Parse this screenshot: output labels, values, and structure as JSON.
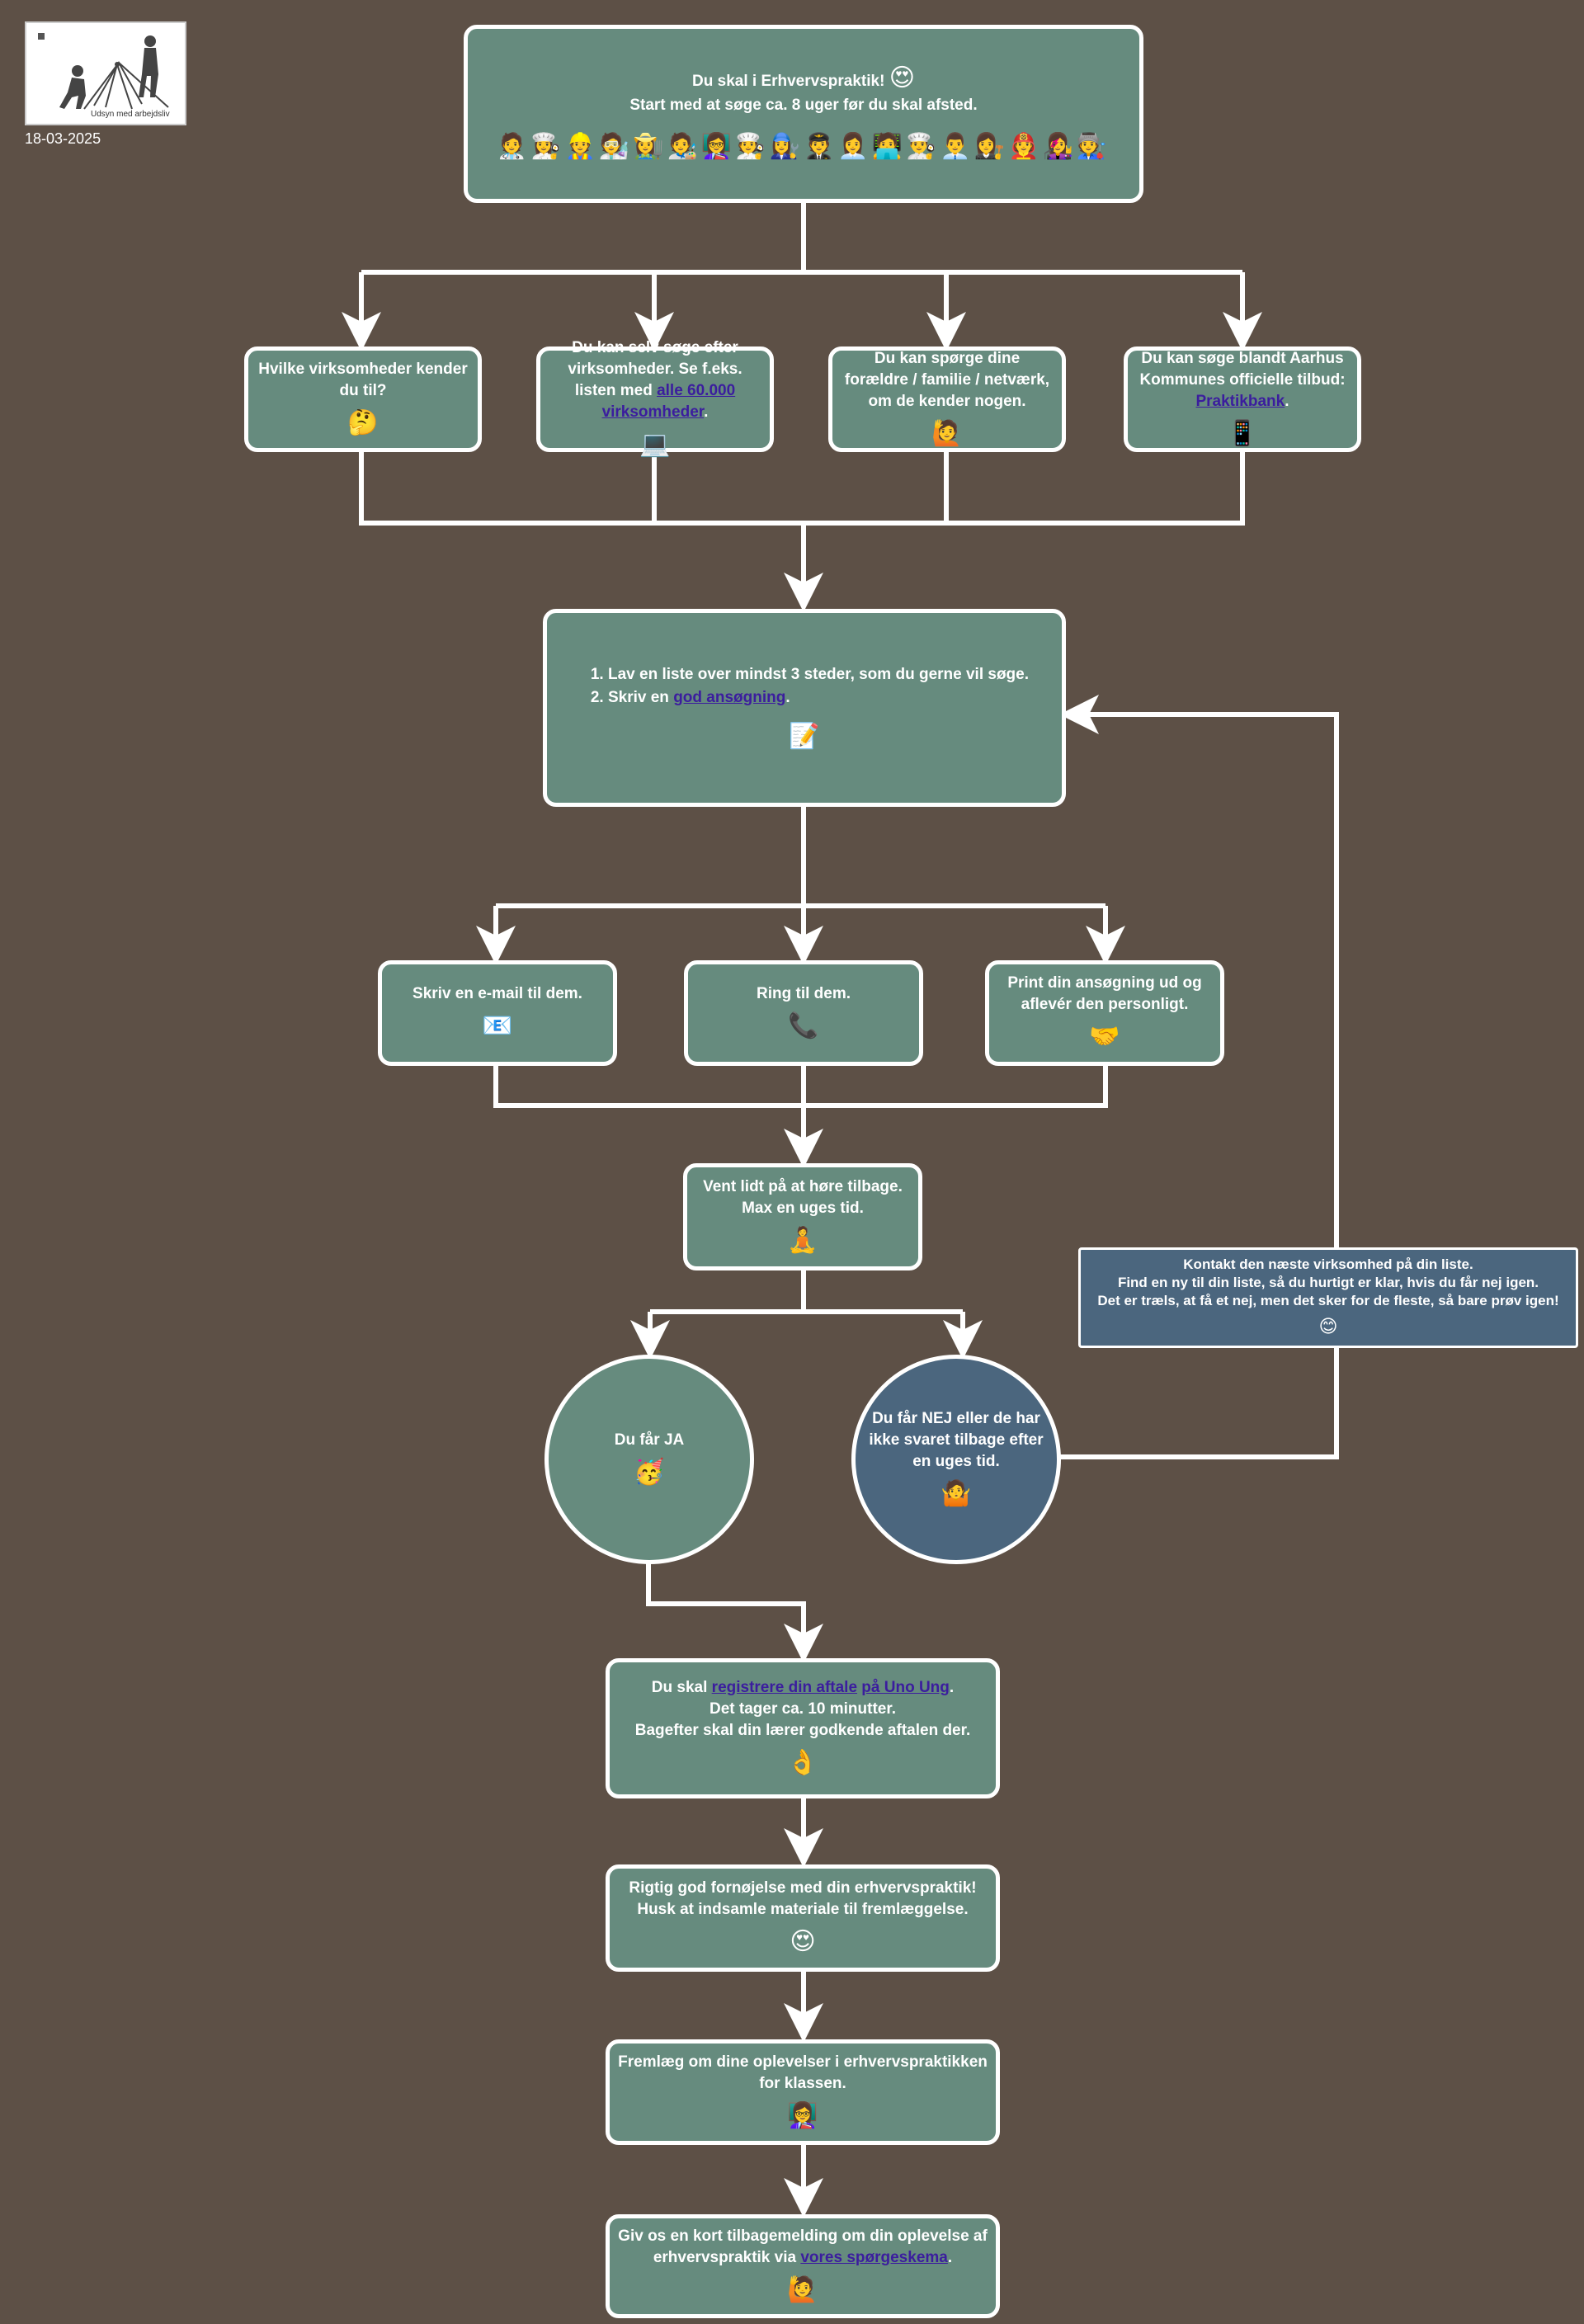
{
  "logo": {
    "caption": "Udsyn med arbejdsliv"
  },
  "date": "18-03-2025",
  "start": {
    "title_pre": "Du skal i ",
    "title_strong": "Erhvervspraktik!",
    "title_emoji": "😍",
    "subtitle": "Start med at søge ca. 8 uger før du skal afsted.",
    "people": "🧑‍⚕️👩‍🍳👷🧑‍🔬👩‍🌾🧑‍🎨👩‍🏫🧑‍🍳👩‍🔧🧑‍✈️👩‍💼🧑‍💻👨‍🍳👨‍💼👩‍⚖️🧑‍🚒👩‍🎤🧑‍🏭"
  },
  "options": [
    {
      "text": "Hvilke virksomheder kender du til?",
      "emoji": "🤔"
    },
    {
      "text_pre": "Du kan selv søge efter virksomheder. Se f.eks. listen med ",
      "link": "alle 60.000 virksomheder",
      "text_post": ".",
      "emoji": "💻"
    },
    {
      "text": "Du kan spørge dine forældre / familie / netværk, om de kender nogen.",
      "emoji": "🙋"
    },
    {
      "text_pre": "Du kan søge blandt Aarhus Kommunes officielle tilbud: ",
      "link": "Praktikbank",
      "text_post": ".",
      "emoji": "📱"
    }
  ],
  "list_node": {
    "item1_pre": "Lav en liste over ",
    "item1_strong": "mindst 3 steder",
    "item1_post": ", som du gerne vil søge.",
    "item2_pre": "Skriv en ",
    "item2_link": "god ansøgning",
    "item2_post": ".",
    "emoji": "📝"
  },
  "contact": [
    {
      "text": "Skriv en e-mail til dem.",
      "emoji": "📧"
    },
    {
      "text": "Ring til dem.",
      "emoji": "📞"
    },
    {
      "text": "Print din ansøgning ud og aflevér den personligt.",
      "emoji": "🤝"
    }
  ],
  "wait": {
    "text": "Vent lidt på at høre tilbage. Max en uges tid.",
    "emoji": "🧘"
  },
  "yes": {
    "text": "Du får JA",
    "emoji": "🥳"
  },
  "no": {
    "pre": "Du får ",
    "strong": "NEJ",
    "mid": " eller de har ",
    "strong2": "ikke svaret tilbage",
    "post": " efter en uges tid.",
    "emoji": "🤷"
  },
  "next": {
    "line1_pre": "Kontakt den ",
    "line1_strong": "næste virksomhed på din liste.",
    "line2_pre": "Find en ",
    "line2_strong": "ny til din liste",
    "line2_post": ", så du hurtigt er klar, hvis du får nej igen.",
    "line3": "Det er træls, at få et nej, men det sker for de fleste, så bare prøv igen!",
    "emoji": "😊"
  },
  "register": {
    "pre": "Du skal ",
    "link1": "registrere din aftale",
    "mid": " ",
    "link2": "på Uno Ung",
    "post": ".",
    "line2": "Det tager ca. 10 minutter.",
    "line3": "Bagefter skal din lærer godkende aftalen der.",
    "emoji": "👌"
  },
  "goodluck": {
    "line1": "Rigtig god fornøjelse med din erhvervspraktik!",
    "line2": "Husk at indsamle materiale til fremlæggelse.",
    "emoji": "😍"
  },
  "present": {
    "text": "Fremlæg om dine oplevelser i erhvervspraktikken for klassen.",
    "emoji": "👩‍🏫"
  },
  "feedback": {
    "pre": "Giv os en kort tilbagemelding om din oplevelse af erhvervspraktik via ",
    "link": "vores spørgeskema",
    "post": ".",
    "emoji": "🙋"
  }
}
